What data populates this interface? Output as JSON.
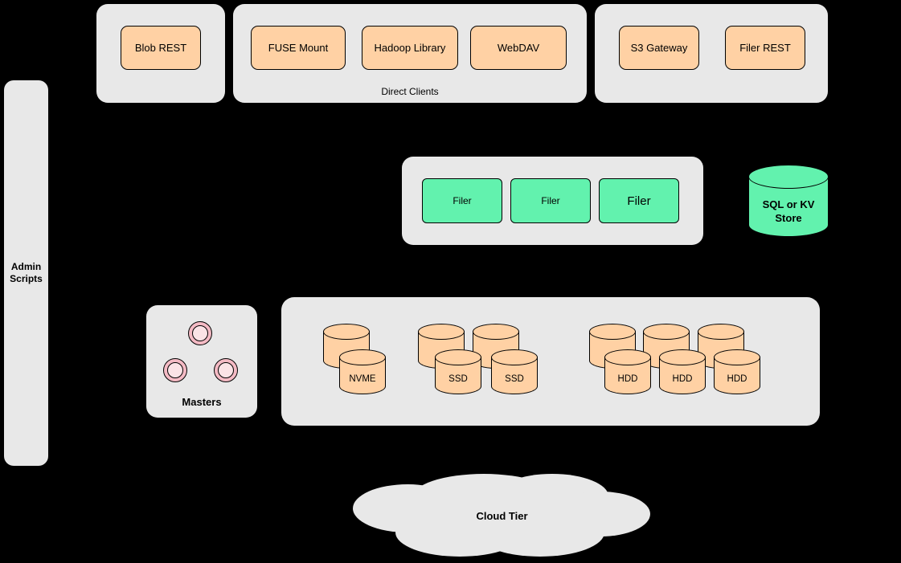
{
  "colors": {
    "background": "#000000",
    "panel": "#e8e8e8",
    "node_orange": "#ffd1a4",
    "node_green": "#62f2ae",
    "node_pink": "#f4bac4",
    "outline": "#000000"
  },
  "admin_scripts": {
    "label": "Admin Scripts"
  },
  "blob_group": {
    "buttons": [
      {
        "label": "Blob REST"
      }
    ]
  },
  "direct_clients": {
    "label": "Direct Clients",
    "buttons": [
      {
        "label": "FUSE Mount"
      },
      {
        "label": "Hadoop Library"
      },
      {
        "label": "WebDAV"
      }
    ]
  },
  "gateway_group": {
    "buttons": [
      {
        "label": "S3 Gateway"
      },
      {
        "label": "Filer REST"
      }
    ]
  },
  "filer_group": {
    "nodes": [
      {
        "label": "Filer"
      },
      {
        "label": "Filer"
      },
      {
        "label": "Filer"
      }
    ]
  },
  "kv_store": {
    "label": "SQL or KV Store"
  },
  "masters": {
    "label": "Masters"
  },
  "volume_group": {
    "nvme": {
      "labels": [
        "NVME"
      ]
    },
    "ssd": {
      "labels": [
        "SSD",
        "SSD"
      ]
    },
    "hdd": {
      "labels": [
        "HDD",
        "HDD",
        "HDD"
      ]
    }
  },
  "cloud_tier": {
    "label": "Cloud Tier"
  }
}
